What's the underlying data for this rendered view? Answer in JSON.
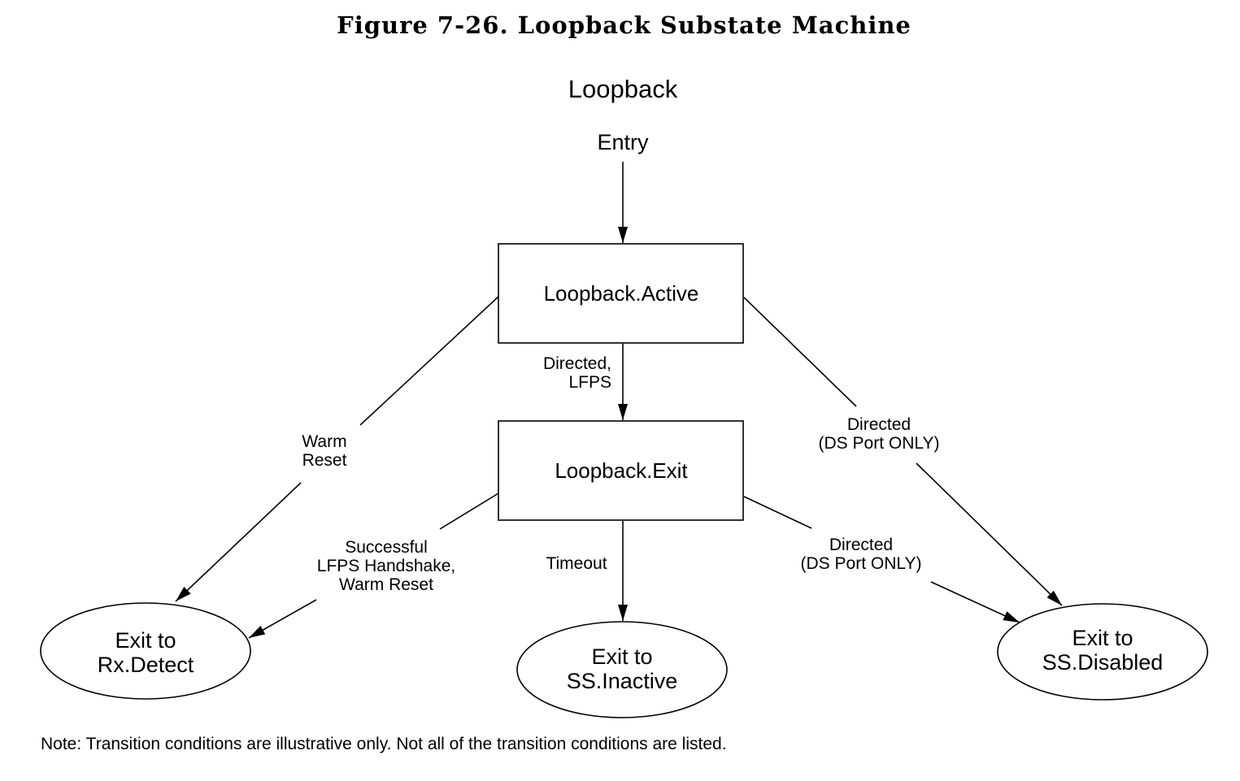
{
  "figure_caption": "Figure 7-26.  Loopback Substate Machine",
  "diagram_title": "Loopback",
  "entry_label": "Entry",
  "states": {
    "active": "Loopback.Active",
    "exit": "Loopback.Exit"
  },
  "exits": {
    "rx_detect": [
      "Exit to",
      "Rx.Detect"
    ],
    "ss_inactive": [
      "Exit to",
      "SS.Inactive"
    ],
    "ss_disabled": [
      "Exit to",
      "SS.Disabled"
    ]
  },
  "transitions": {
    "active_to_exit": [
      "Directed,",
      "LFPS"
    ],
    "active_to_rx_detect": [
      "Warm",
      "Reset"
    ],
    "active_to_ss_disabled": [
      "Directed",
      "(DS Port ONLY)"
    ],
    "exit_to_rx_detect": [
      "Successful",
      "LFPS Handshake,",
      "Warm Reset"
    ],
    "exit_to_ss_inactive": [
      "Timeout"
    ],
    "exit_to_ss_disabled": [
      "Directed",
      "(DS Port ONLY)"
    ]
  },
  "note": "Note: Transition conditions are illustrative only.  Not all of the transition conditions are listed."
}
